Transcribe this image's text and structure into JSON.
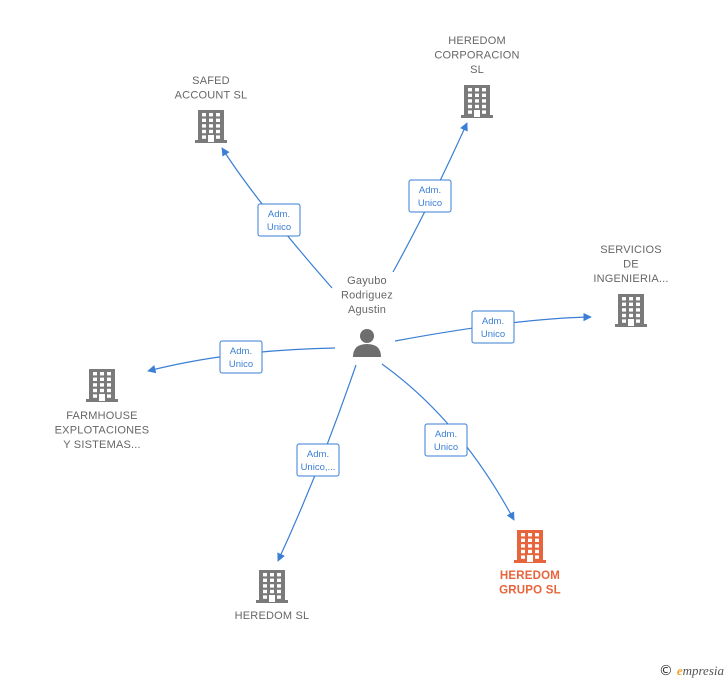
{
  "center": {
    "label_lines": [
      "Gayubo",
      "Rodriguez",
      "Agustin"
    ],
    "icon": "person-icon"
  },
  "nodes": [
    {
      "id": "safed",
      "label_lines": [
        "SAFED",
        "ACCOUNT SL"
      ],
      "icon": "building-icon"
    },
    {
      "id": "heredom-corporacion",
      "label_lines": [
        "HEREDOM",
        "CORPORACION",
        "SL"
      ],
      "icon": "building-icon"
    },
    {
      "id": "servicios",
      "label_lines": [
        "SERVICIOS",
        "DE",
        "INGENIERIA..."
      ],
      "icon": "building-icon"
    },
    {
      "id": "farmhouse",
      "label_lines": [
        "FARMHOUSE",
        "EXPLOTACIONES",
        "Y SISTEMAS..."
      ],
      "icon": "building-icon"
    },
    {
      "id": "heredom-sl",
      "label_lines": [
        "HEREDOM  SL"
      ],
      "icon": "building-icon"
    },
    {
      "id": "heredom-grupo",
      "label_lines": [
        "HEREDOM",
        "GRUPO  SL"
      ],
      "icon": "building-icon",
      "highlight": true
    }
  ],
  "edges": [
    {
      "to": "safed",
      "label_lines": [
        "Adm.",
        "Unico"
      ]
    },
    {
      "to": "heredom-corporacion",
      "label_lines": [
        "Adm.",
        "Unico"
      ]
    },
    {
      "to": "servicios",
      "label_lines": [
        "Adm.",
        "Unico"
      ]
    },
    {
      "to": "farmhouse",
      "label_lines": [
        "Adm.",
        "Unico"
      ]
    },
    {
      "to": "heredom-sl",
      "label_lines": [
        "Adm.",
        "Unico,..."
      ]
    },
    {
      "to": "heredom-grupo",
      "label_lines": [
        "Adm.",
        "Unico"
      ]
    }
  ],
  "colors": {
    "edge": "#3a7fd5",
    "building": "#7a7a7a",
    "building_highlight": "#e8643c",
    "person": "#6e6e6e"
  },
  "footer": {
    "copyright": "©",
    "brand_initial": "e",
    "brand_rest": "mpresia"
  }
}
